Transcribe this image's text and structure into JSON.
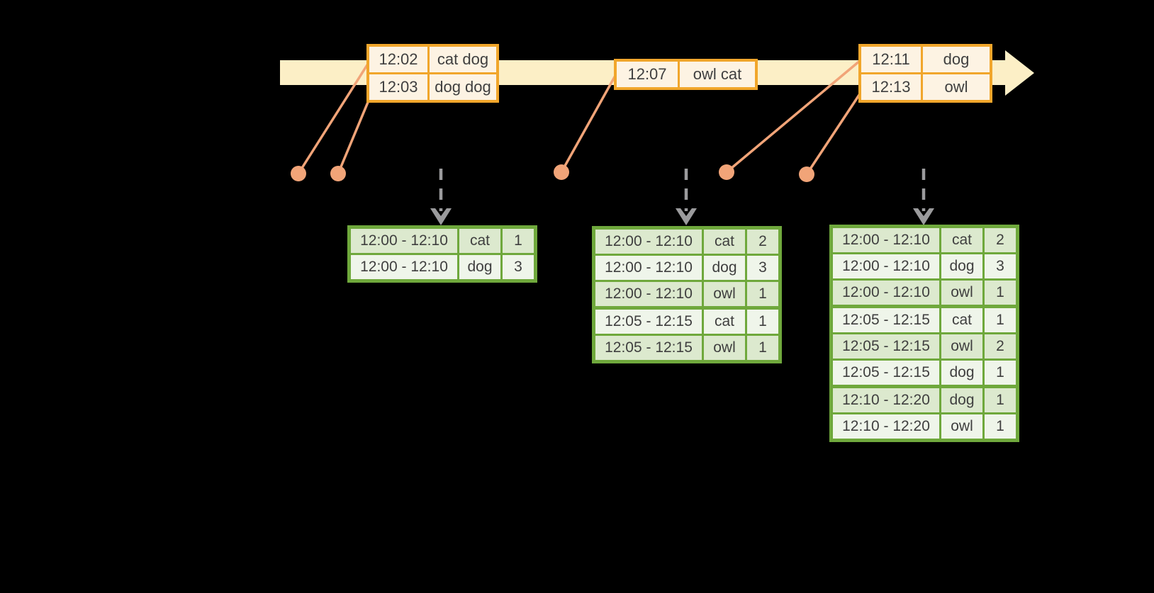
{
  "colors": {
    "background": "#000000",
    "text": "#3F3F3F",
    "timeline_fill": "#FCEFC6",
    "event_border": "#F1A62B",
    "event_row_dark": "#FADDB5",
    "event_row_light": "#FDF3E3",
    "marker": "#F1A478",
    "result_border": "#6FA83C",
    "result_row_dark": "#DCE9CE",
    "result_row_light": "#EFF5EA",
    "trigger_arrow": "#9B9B9D"
  },
  "event_stream": {
    "tables": [
      {
        "rows": [
          {
            "time": "12:02",
            "words": "cat dog"
          },
          {
            "time": "12:03",
            "words": "dog dog"
          }
        ]
      },
      {
        "rows": [
          {
            "time": "12:07",
            "words": "owl cat"
          }
        ]
      },
      {
        "rows": [
          {
            "time": "12:11",
            "words": "dog"
          },
          {
            "time": "12:13",
            "words": "owl"
          }
        ]
      }
    ]
  },
  "result_tables": [
    {
      "rows": [
        {
          "window": "12:00 - 12:10",
          "word": "cat",
          "count": "1"
        },
        {
          "window": "12:00 - 12:10",
          "word": "dog",
          "count": "3"
        }
      ]
    },
    {
      "rows": [
        {
          "window": "12:00 - 12:10",
          "word": "cat",
          "count": "2"
        },
        {
          "window": "12:00 - 12:10",
          "word": "dog",
          "count": "3"
        },
        {
          "window": "12:00 - 12:10",
          "word": "owl",
          "count": "1"
        },
        {
          "window": "12:05 - 12:15",
          "word": "cat",
          "count": "1"
        },
        {
          "window": "12:05 - 12:15",
          "word": "owl",
          "count": "1"
        }
      ]
    },
    {
      "rows": [
        {
          "window": "12:00 - 12:10",
          "word": "cat",
          "count": "2"
        },
        {
          "window": "12:00 - 12:10",
          "word": "dog",
          "count": "3"
        },
        {
          "window": "12:00 - 12:10",
          "word": "owl",
          "count": "1"
        },
        {
          "window": "12:05 - 12:15",
          "word": "cat",
          "count": "1"
        },
        {
          "window": "12:05 - 12:15",
          "word": "owl",
          "count": "2"
        },
        {
          "window": "12:05 - 12:15",
          "word": "dog",
          "count": "1"
        },
        {
          "window": "12:10 - 12:20",
          "word": "dog",
          "count": "1"
        },
        {
          "window": "12:10 - 12:20",
          "word": "owl",
          "count": "1"
        }
      ]
    }
  ]
}
